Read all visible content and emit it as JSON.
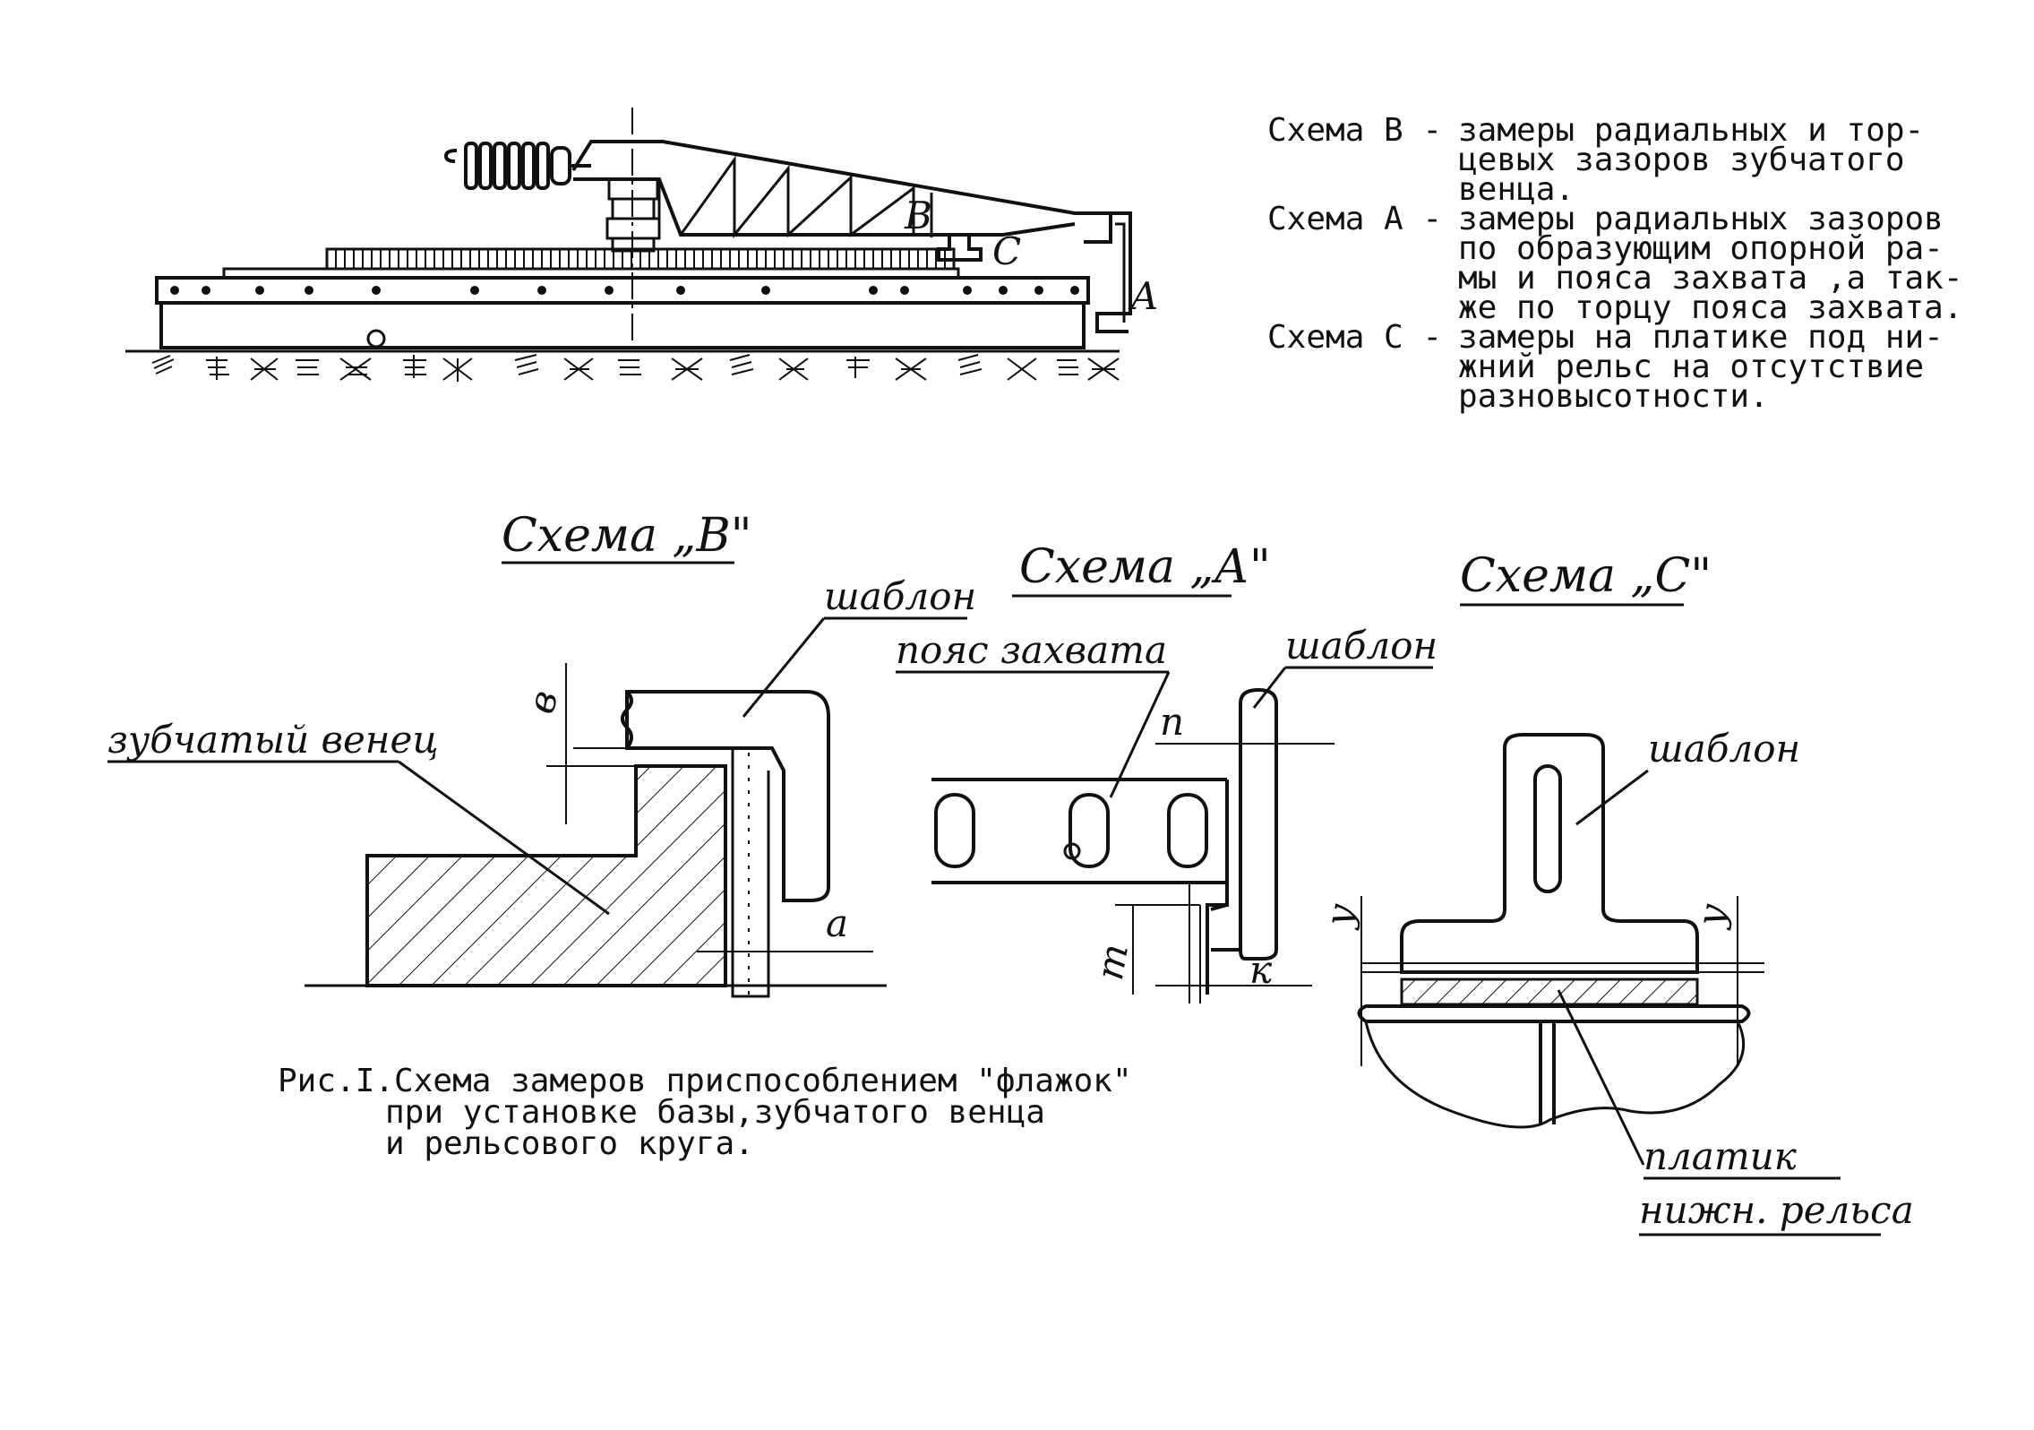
{
  "legend": {
    "scheme_b": {
      "label": "Схема В -",
      "lines": [
        "замеры радиальных и тор-",
        "цевых зазоров зубчатого",
        "венца."
      ]
    },
    "scheme_a": {
      "label": "Схема А -",
      "lines": [
        "замеры радиальных зазоров",
        "по образующим опорной ра-",
        "мы и пояса захвата ,а так-",
        "же по торцу пояса захвата."
      ]
    },
    "scheme_c": {
      "label": "Схема С -",
      "lines": [
        "замеры на платике под ни-",
        "жний рельс на отсутствие",
        "разновысотности."
      ]
    }
  },
  "overview": {
    "label_b": "В",
    "label_c": "С",
    "label_a": "А"
  },
  "scheme_b": {
    "title": "Схема „В\"",
    "label_template": "шаблон",
    "label_gear": "зубчатый венец",
    "dim_b": "в",
    "dim_a": "а"
  },
  "scheme_a": {
    "title": "Схема „А\"",
    "label_belt": "пояс захвата",
    "label_template": "шаблон",
    "dim_n": "п",
    "dim_m": "т",
    "dim_k": "к"
  },
  "scheme_c": {
    "title": "Схема „С\"",
    "label_template": "шаблон",
    "dim_y_left": "у",
    "dim_y_right": "у",
    "label_pad_1": "платик",
    "label_pad_2": "нижн. рельса"
  },
  "caption": {
    "lines": [
      "Рис.I.Схема замеров приспособлением \"флажок\"",
      "при установке базы,зубчатого венца",
      "и рельсового круга."
    ]
  }
}
